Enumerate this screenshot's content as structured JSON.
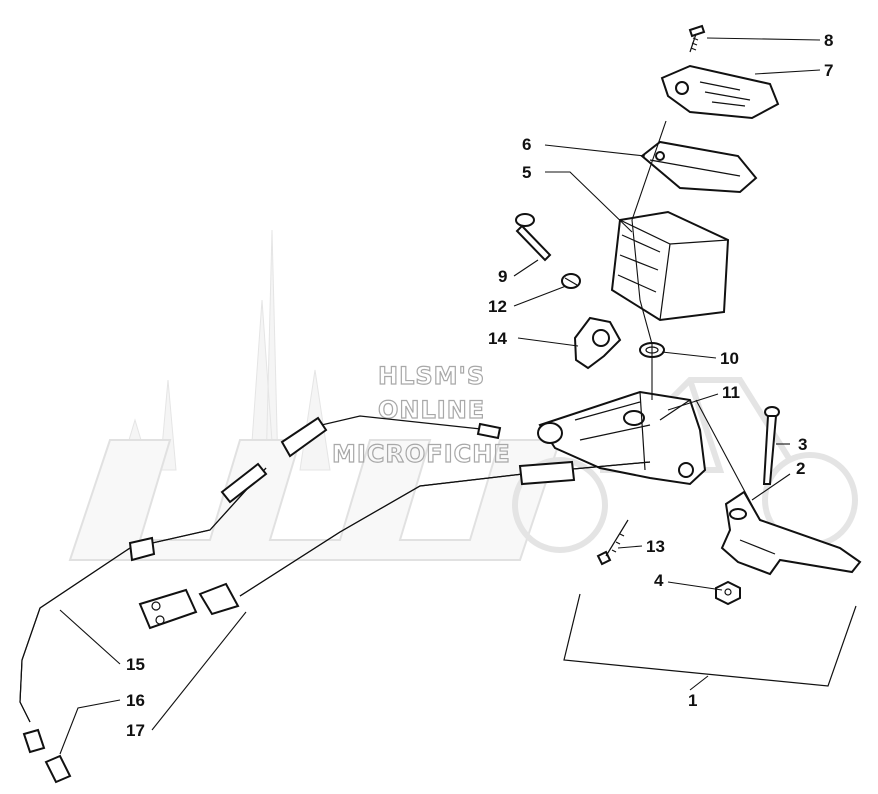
{
  "watermark": {
    "line1": "HLSM'S",
    "line2": "ONLINE",
    "line3": "MICROFICHE"
  },
  "callouts": [
    {
      "id": "1",
      "label": "1"
    },
    {
      "id": "2",
      "label": "2"
    },
    {
      "id": "3",
      "label": "3"
    },
    {
      "id": "4",
      "label": "4"
    },
    {
      "id": "5",
      "label": "5"
    },
    {
      "id": "6",
      "label": "6"
    },
    {
      "id": "7",
      "label": "7"
    },
    {
      "id": "8",
      "label": "8"
    },
    {
      "id": "9",
      "label": "9"
    },
    {
      "id": "10",
      "label": "10"
    },
    {
      "id": "11",
      "label": "11"
    },
    {
      "id": "12",
      "label": "12"
    },
    {
      "id": "13",
      "label": "13"
    },
    {
      "id": "14",
      "label": "14"
    },
    {
      "id": "15",
      "label": "15"
    },
    {
      "id": "16",
      "label": "16"
    },
    {
      "id": "17",
      "label": "17"
    }
  ]
}
